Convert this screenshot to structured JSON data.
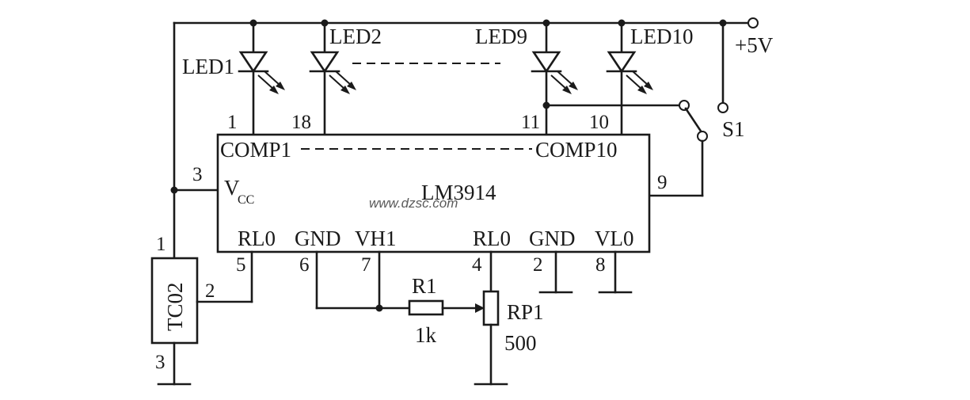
{
  "diagram": {
    "ic": {
      "name": "LM3914",
      "vcc_label": "V",
      "vcc_sub": "CC",
      "comp_left": "COMP1",
      "comp_right": "COMP10",
      "bottom_labels": [
        "RL0",
        "GND",
        "VH1",
        "RL0",
        "GND",
        "VL0"
      ],
      "pins": {
        "comp1": "1",
        "comp2": "18",
        "comp9": "11",
        "comp10": "10",
        "vcc": "3",
        "mode": "9",
        "rlo_left": "5",
        "gnd_left": "6",
        "vhi": "7",
        "rlo_right": "4",
        "gnd_right": "2",
        "vlo": "8"
      }
    },
    "leds": [
      "LED1",
      "LED2",
      "LED9",
      "LED10"
    ],
    "supply": "+5V",
    "switch": "S1",
    "sensor": {
      "name": "TC02",
      "pins": [
        "1",
        "2",
        "3"
      ]
    },
    "resistor": {
      "name": "R1",
      "value": "1k"
    },
    "pot": {
      "name": "RP1",
      "value": "500"
    },
    "watermark": "www.dzsc.com",
    "colors": {
      "ink": "#1a1a1a",
      "background": "#ffffff",
      "watermark": "#5a5a5a"
    }
  }
}
